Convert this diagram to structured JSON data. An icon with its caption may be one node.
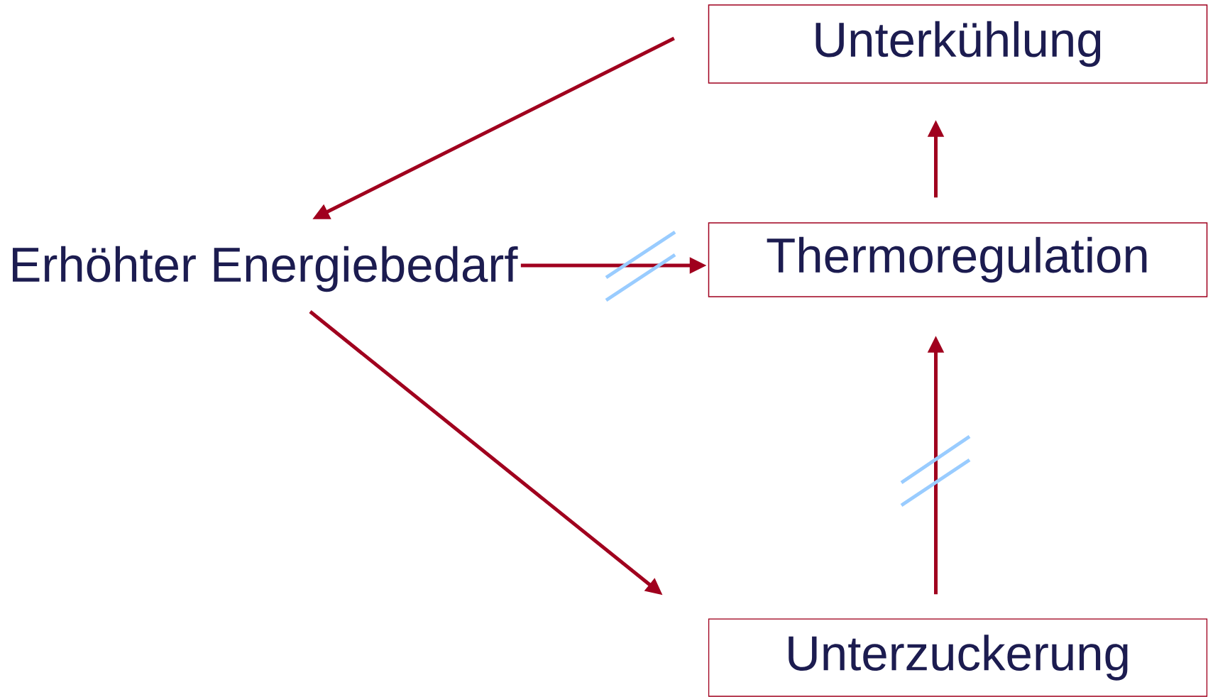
{
  "diagram": {
    "nodes": [
      {
        "text": [
          "Unterkühlung"
        ]
      },
      {
        "text": [
          "Erhöhter Energiebedarf"
        ]
      },
      {
        "text": [
          "Thermoregulation"
        ]
      },
      {
        "text": [
          "Unterzuckerung"
        ]
      }
    ],
    "edges": [
      {
        "from": 0,
        "to": 1,
        "arrow": "to"
      },
      {
        "from": 1,
        "to": 3,
        "arrow": "to"
      },
      {
        "from": 1,
        "to": 2,
        "arrow": "to"
      },
      {
        "from": 2,
        "to": 0,
        "arrow": "to"
      },
      {
        "from": 3,
        "to": 2,
        "arrow": "to"
      }
    ]
  }
}
